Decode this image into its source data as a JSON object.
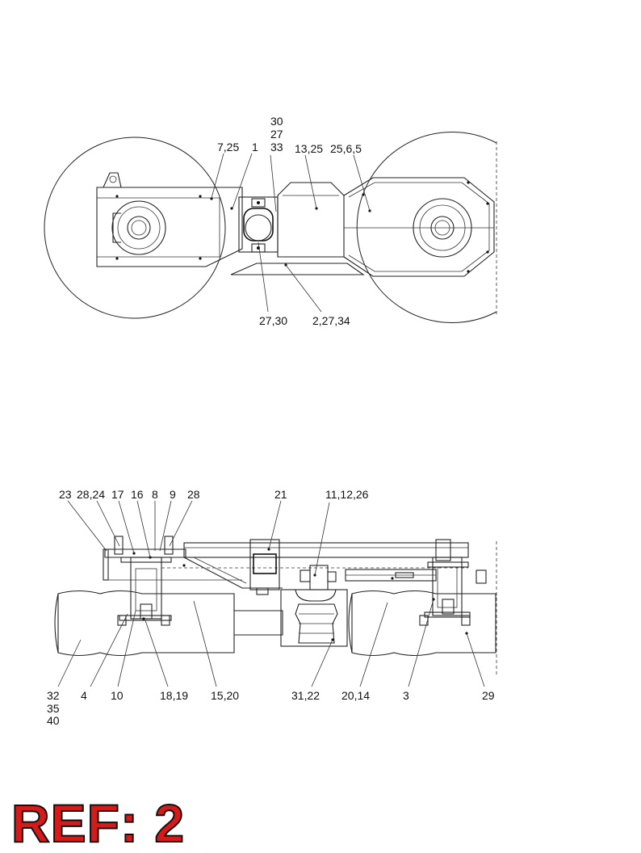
{
  "top_view": {
    "labels": [
      "30",
      "27",
      "33",
      "7,25",
      "1",
      "13,25",
      "25,6,5",
      "27,30",
      "2,27,34"
    ]
  },
  "side_view": {
    "labels": [
      "23",
      "28,24",
      "17",
      "16",
      "8",
      "9",
      "28",
      "21",
      "11,12,26",
      "32",
      "35",
      "40",
      "4",
      "10",
      "18,19",
      "15,20",
      "31,22",
      "20,14",
      "3",
      "29"
    ]
  },
  "reference": "REF: 2"
}
